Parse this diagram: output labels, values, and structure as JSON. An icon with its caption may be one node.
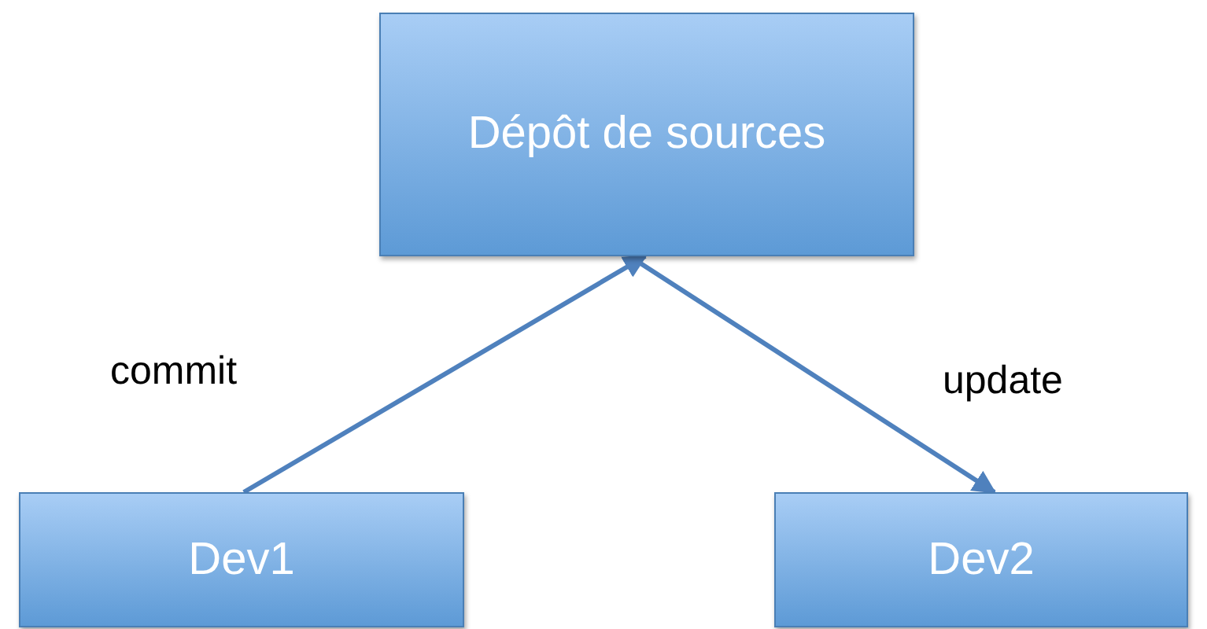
{
  "diagram": {
    "nodes": [
      {
        "text": [
          "Dépôt de sources"
        ]
      },
      {
        "text": [
          "Dev1"
        ]
      },
      {
        "text": [
          "Dev2"
        ]
      }
    ],
    "edges": [
      {
        "from": 1,
        "to": 0,
        "arrow": "to",
        "label": "commit"
      },
      {
        "from": 0,
        "to": 2,
        "arrow": "to",
        "label": "update"
      }
    ]
  }
}
